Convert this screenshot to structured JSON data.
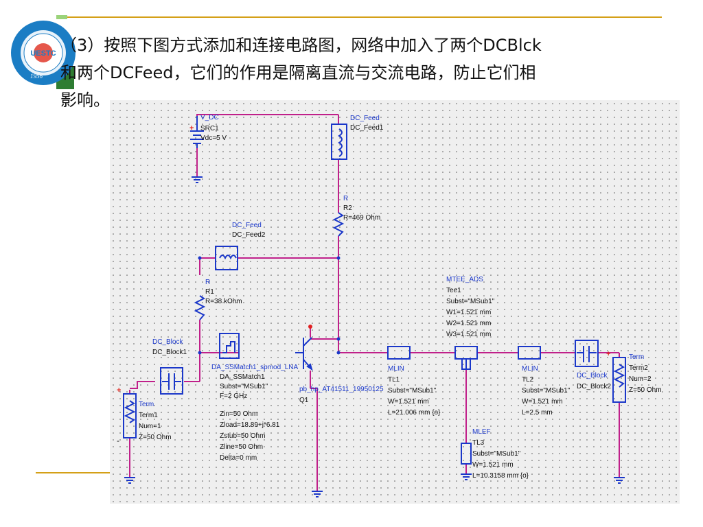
{
  "slide": {
    "lines": [
      "（3）按照下图方式添加和连接电路图，网络中加入了两个DCBlck",
      "和两个DCFeed，它们的作用是隔离直流与交流电路，防止它们相",
      "影响。"
    ]
  },
  "logo": {
    "text": "UESTC",
    "year": "1956",
    "colors": {
      "outer": "#1b7dc4",
      "ring": "#e8f2fa",
      "center": "#e03a2c"
    }
  },
  "colors": {
    "accent_rule": "#d4a017",
    "wire": "#c0208a",
    "component": "#1a37c9",
    "label": "#1a37c9"
  },
  "schematic": {
    "vdc": {
      "plus": "+",
      "minus": "-",
      "lines": [
        "V_DC",
        "SRC1",
        "Vdc=5 V"
      ]
    },
    "dc_feed1": {
      "lines": [
        "DC_Feed",
        "DC_Feed1"
      ]
    },
    "r2": {
      "lines": [
        "R",
        "R2",
        "R=469 Ohm"
      ]
    },
    "dc_feed2": {
      "lines": [
        "DC_Feed",
        "DC_Feed2"
      ]
    },
    "r1": {
      "lines": [
        "R",
        "R1",
        "R=38 kOhm"
      ]
    },
    "dc_block1": {
      "lines": [
        "DC_Block",
        "DC_Block1"
      ]
    },
    "ssmatch": {
      "lines": [
        "DA_SSMatch1_spmod_LNA",
        "DA_SSMatch1",
        "Subst=\"MSub1\"",
        "F=2 GHz",
        "Zin=50 Ohm",
        "Zload=18.89+j*6.81",
        "Zstub=50 Ohm",
        "Zline=50 Ohm",
        "Delta=0 mm"
      ]
    },
    "q1": {
      "lines": [
        "pb_hp_AT41511_19950125",
        "Q1"
      ]
    },
    "tl1": {
      "lines": [
        "MLIN",
        "TL1",
        "Subst=\"MSub1\"",
        "W=1.521 mm",
        "L=21.006 mm {o}"
      ]
    },
    "tee1": {
      "lines": [
        "MTEE_ADS",
        "Tee1",
        "Subst=\"MSub1\"",
        "W1=1.521 mm",
        "W2=1.521 mm",
        "W3=1.521 mm"
      ]
    },
    "tl2": {
      "lines": [
        "MLIN",
        "TL2",
        "Subst=\"MSub1\"",
        "W=1.521 mm",
        "L=2.5 mm"
      ]
    },
    "tl3": {
      "lines": [
        "MLEF",
        "TL3",
        "Subst=\"MSub1\"",
        "W=1.521 mm",
        "L=10.3158 mm {o}"
      ]
    },
    "dc_block2": {
      "lines": [
        "DC_Block",
        "DC_Block2"
      ]
    },
    "term1": {
      "plus": "+",
      "minus": "-",
      "lines": [
        "Term",
        "Term1",
        "Num=1",
        "Z=50 Ohm"
      ]
    },
    "term2": {
      "plus": "+",
      "minus": "-",
      "lines": [
        "Term",
        "Term2",
        "Num=2",
        "Z=50 Ohm"
      ]
    }
  }
}
